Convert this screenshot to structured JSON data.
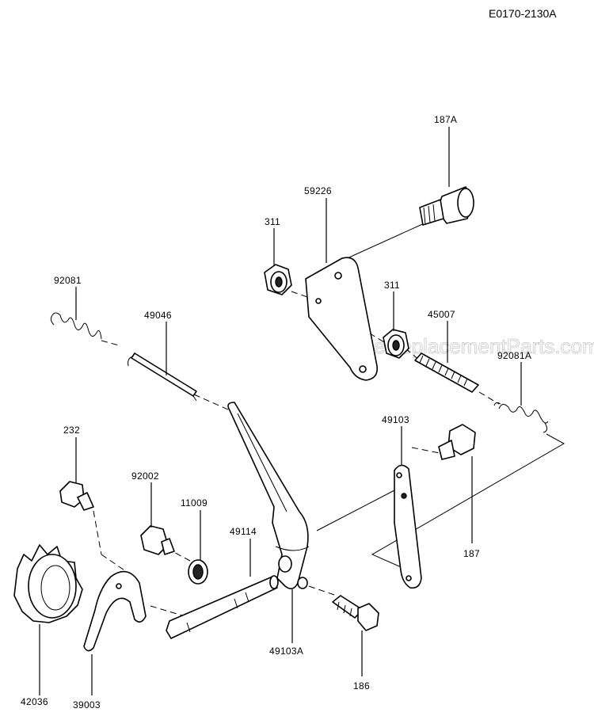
{
  "diagram_code": "E0170-2130A",
  "watermark": "eReplacementParts.com",
  "part_labels": {
    "p187A": "187A",
    "p59226": "59226",
    "p311a": "311",
    "p311b": "311",
    "p45007": "45007",
    "p92081": "92081",
    "p49046": "49046",
    "p92081A": "92081A",
    "p49103": "49103",
    "p232": "232",
    "p92002": "92002",
    "p11009": "11009",
    "p49114": "49114",
    "p187": "187",
    "p42036": "42036",
    "p49103A": "49103A",
    "p186": "186",
    "p39003": "39003"
  }
}
